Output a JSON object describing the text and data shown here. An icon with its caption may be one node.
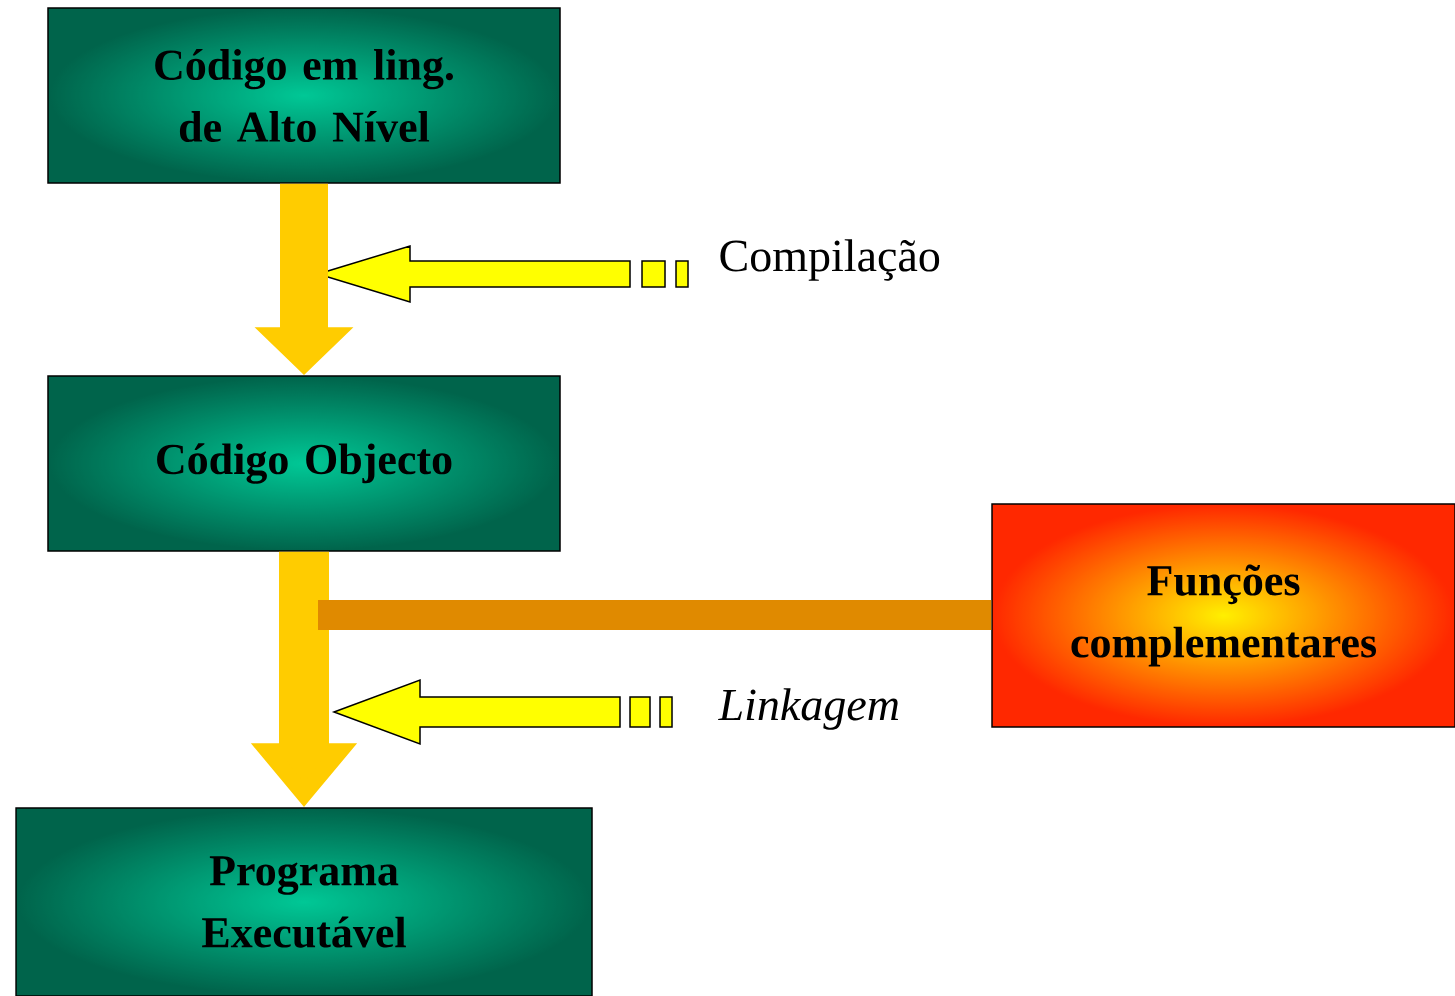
{
  "diagram": {
    "nodes": [
      {
        "text": [
          "Código em ling. de Alto Nível"
        ]
      },
      {
        "text": [
          "Código Objecto"
        ]
      },
      {
        "text": [
          "Programa Executável"
        ]
      },
      {
        "text": [
          "Funções complementares"
        ]
      }
    ],
    "edges": [
      {
        "from": 0,
        "to": 1,
        "arrow": "to"
      },
      {
        "from": 1,
        "to": 2,
        "arrow": "to"
      },
      {
        "from": 3,
        "to": null,
        "arrow": "none",
        "color": "#e08a00"
      }
    ],
    "labels": [
      "Compilação",
      "Linkagem"
    ]
  }
}
